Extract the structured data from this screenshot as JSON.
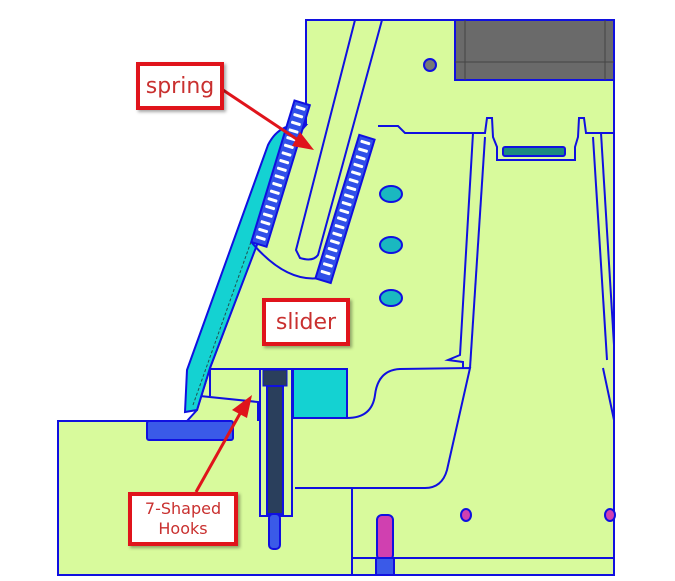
{
  "labels": {
    "spring": "spring",
    "slider": "slider",
    "hooks_line1": "7-Shaped",
    "hooks_line2": "Hooks"
  },
  "colors": {
    "body": "#d8fa9c",
    "outline": "#1010e0",
    "cyan": "#14d2d2",
    "gray": "#6a6a6a",
    "magenta": "#d040b0",
    "label_red": "#e0141b"
  }
}
